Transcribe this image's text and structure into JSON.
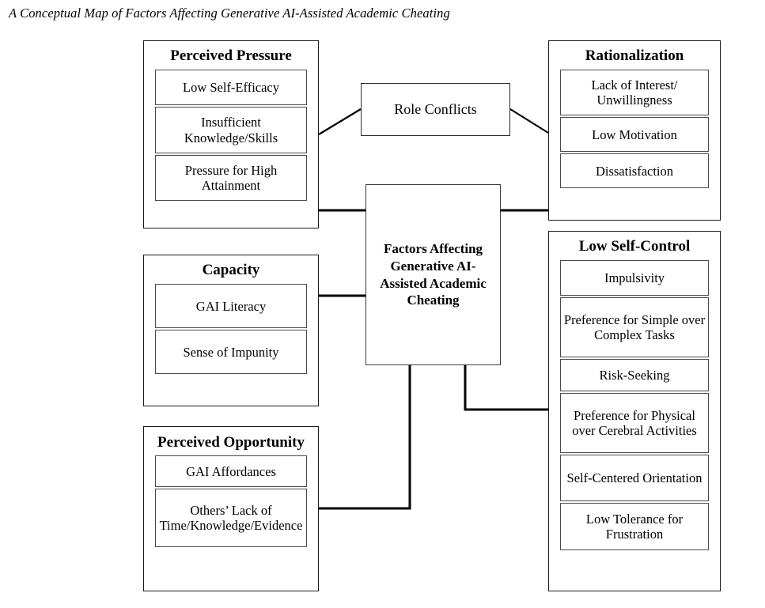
{
  "title": "A Conceptual Map of Factors Affecting Generative AI-Assisted Academic Cheating",
  "center": {
    "label": "Factors Affecting Generative AI-Assisted Academic Cheating"
  },
  "bridge": {
    "role_conflicts": "Role Conflicts"
  },
  "groups": {
    "perceived_pressure": {
      "title": "Perceived Pressure",
      "items": [
        "Low Self-Efficacy",
        "Insufficient Knowledge/Skills",
        "Pressure for High Attainment"
      ]
    },
    "capacity": {
      "title": "Capacity",
      "items": [
        "GAI Literacy",
        "Sense of Impunity"
      ]
    },
    "perceived_opportunity": {
      "title": "Perceived Opportunity",
      "items": [
        "GAI Affordances",
        "Others’ Lack of Time/Knowledge/Evidence"
      ]
    },
    "rationalization": {
      "title": "Rationalization",
      "items": [
        "Lack of Interest/ Unwillingness",
        "Low Motivation",
        "Dissatisfaction"
      ]
    },
    "low_self_control": {
      "title": "Low Self-Control",
      "items": [
        "Impulsivity",
        "Preference for Simple over Complex Tasks",
        "Risk-Seeking",
        "Preference for Physical over Cerebral Activities",
        "Self-Centered Orientation",
        "Low Tolerance for Frustration"
      ]
    }
  },
  "colors": {
    "line": "#000000",
    "group_border": "#1a1a1a",
    "sub_border": "#4a4a4a",
    "background": "#ffffff"
  }
}
